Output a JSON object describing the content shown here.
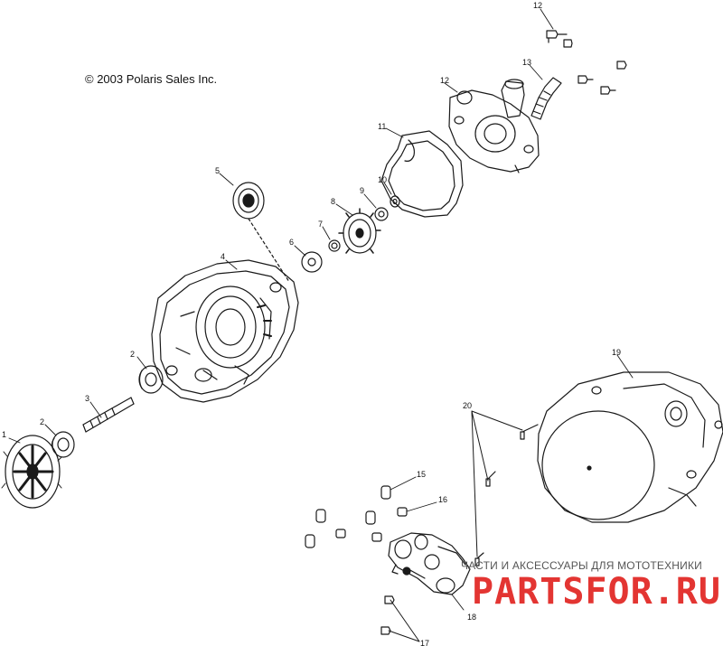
{
  "copyright": "© 2003 Polaris Sales Inc.",
  "callouts": [
    "1",
    "2",
    "2",
    "3",
    "4",
    "5",
    "6",
    "7",
    "8",
    "9",
    "10",
    "11",
    "12",
    "12",
    "13",
    "15",
    "16",
    "17",
    "18",
    "19",
    "20"
  ],
  "watermark": {
    "tagline": "ЧАСТИ И АКСЕССУАРЫ ДЛЯ МОТОТЕХНИКИ",
    "logo": "PARTSFOR.RU"
  },
  "colors": {
    "line": "#1a1a1a",
    "watermark": "#e0201c"
  }
}
